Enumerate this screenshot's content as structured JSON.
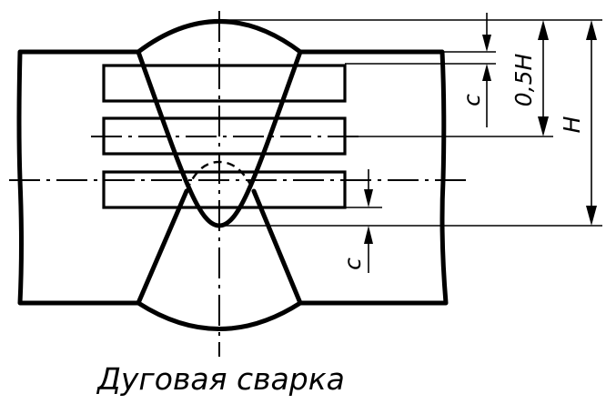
{
  "dimensions": {
    "c_top": "с",
    "half_h": "0,5H",
    "h": "H",
    "c_bottom": "с"
  },
  "caption": "Дуговая сварка"
}
